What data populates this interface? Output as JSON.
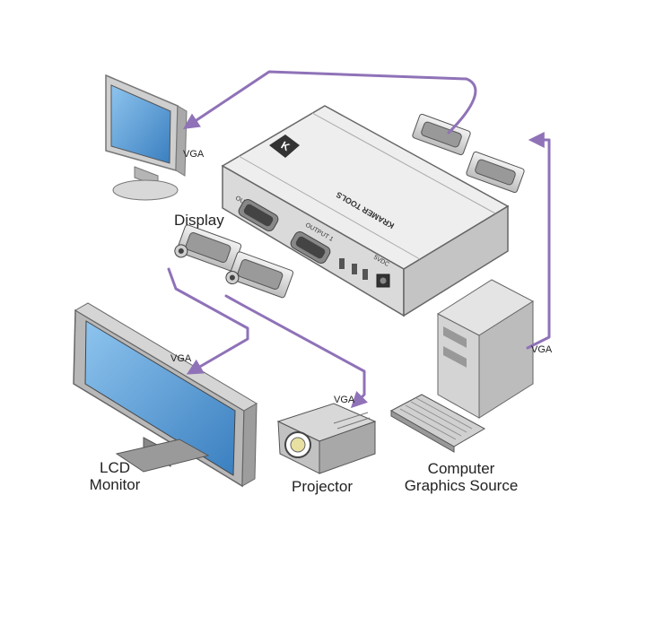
{
  "brand": "KRAMER TOOLS",
  "ports": {
    "output2": "OUTPUT 2",
    "output1": "OUTPUT 1",
    "power": "5VDC"
  },
  "labels": {
    "display": "Display",
    "vga_crt": "VGA",
    "vga_lcd": "VGA",
    "vga_projector": "VGA",
    "vga_computer": "VGA",
    "lcd_line1": "LCD",
    "lcd_line2": "Monitor",
    "projector": "Projector",
    "computer_line1": "Computer",
    "computer_line2": "Graphics Source"
  },
  "colors": {
    "cable": "#8f72b8",
    "device": "#dcdcdc",
    "screen": "#5b9fd6"
  }
}
